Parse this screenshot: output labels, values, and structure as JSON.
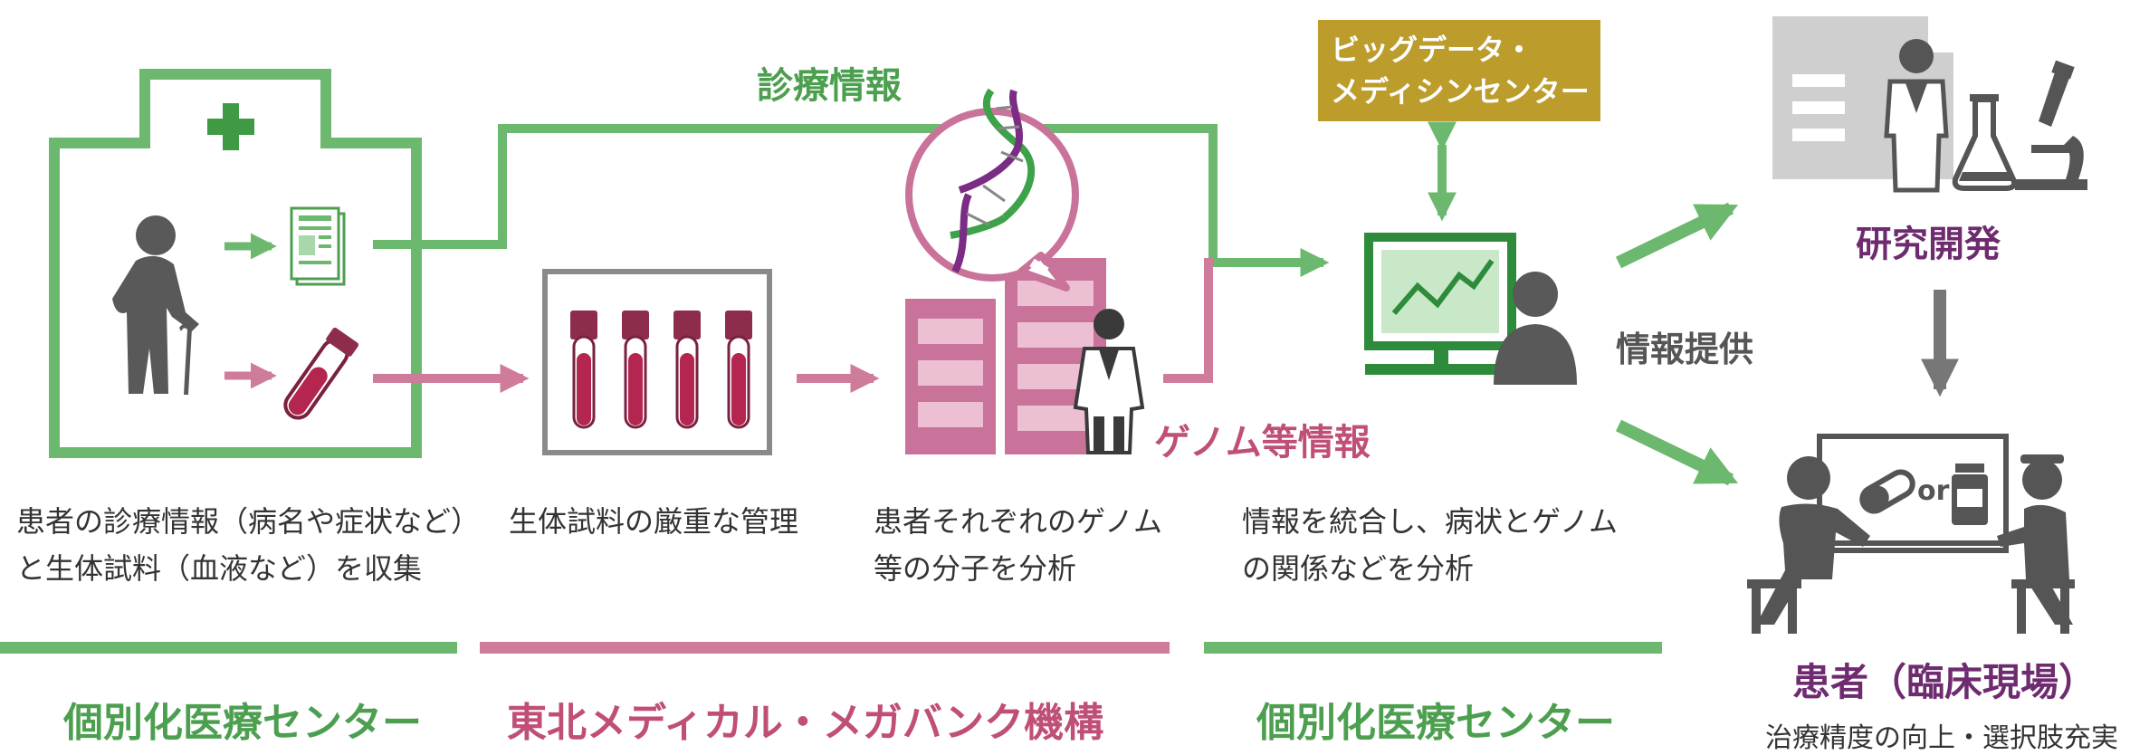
{
  "labels": {
    "clinical_info": "診療情報",
    "genome_info": "ゲノム等情報",
    "info_provision": "情報提供",
    "big_data_line1": "ビッグデータ・",
    "big_data_line2": "メディシンセンター",
    "research_dev": "研究開発",
    "patient_clinic": "患者（臨床現場）",
    "patient_benefit": "治療精度の向上・選択肢充実",
    "or": "or"
  },
  "captions": {
    "collect_line1": "患者の診療情報（病名や症状など）",
    "collect_line2": "と生体試料（血液など）を収集",
    "strict_mgmt": "生体試料の厳重な管理",
    "analyze_line1": "患者それぞれのゲノム",
    "analyze_line2": "等の分子を分析",
    "integrate_line1": "情報を統合し、病状とゲノム",
    "integrate_line2": "の関係などを分析"
  },
  "footer": {
    "left": "個別化医療センター",
    "middle": "東北メディカル・メガバンク機構",
    "right": "個別化医療センター"
  },
  "colors": {
    "green": "#6cb86f",
    "green_dark": "#4d9f50",
    "pink": "#cf7b9b",
    "pink_dark": "#c04f78",
    "gold": "#bc9c2b",
    "purple": "#6e2b6f",
    "gray": "#555555",
    "light_gray": "#cfcfcf"
  },
  "icons": [
    "medical-cross-icon",
    "elderly-person-icon",
    "medical-record-icon",
    "blood-tube-icon",
    "blood-tube-rack-icon",
    "dna-helix-icon",
    "researcher-icon",
    "computer-chart-icon",
    "analyst-icon",
    "flask-icon",
    "microscope-icon",
    "doctor-icon",
    "patient-icon",
    "pill-icon",
    "medicine-bottle-icon"
  ]
}
